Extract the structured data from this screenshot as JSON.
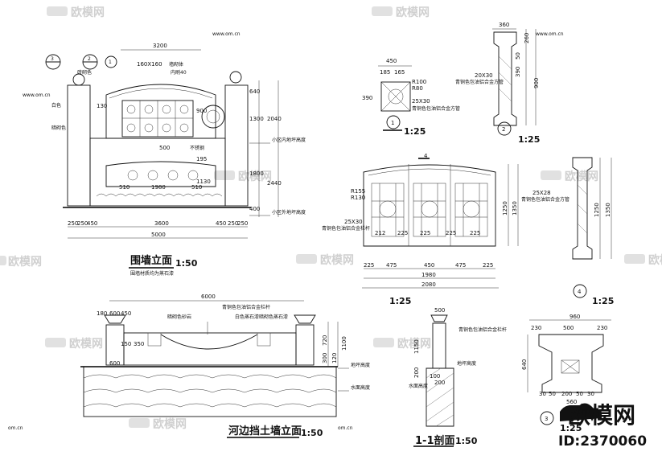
{
  "watermark": {
    "site": "欧模网",
    "url": "www.om.cn",
    "url_short": "om.cn"
  },
  "brand": {
    "name": "欧模网",
    "id": "ID:2370060"
  },
  "views": {
    "wall_elevation": {
      "title": "围墙立面",
      "scale": "1:50",
      "subtitle": "围墙材质均为蒸石漆",
      "dims_top": "3200",
      "dims_bottom": [
        "250",
        "250",
        "450",
        "3600",
        "450",
        "250",
        "250"
      ],
      "dim_total": "5000",
      "dims_right": [
        "640",
        "1300",
        "2040",
        "1800",
        "2440",
        "400"
      ],
      "dims_inner": [
        "160X160",
        "130",
        "900",
        "510",
        "1980",
        "510",
        "500",
        "1130",
        "195"
      ],
      "labels": [
        "墙砌体",
        "内刷40",
        "白色",
        "暗砌色",
        "砖砌色",
        "不锈钢",
        "小区内地坪高度",
        "小区外地坪高度"
      ],
      "callouts": [
        "3",
        "2",
        "1"
      ]
    },
    "detail_1": {
      "number": "1",
      "scale": "1:25",
      "dims": [
        "450",
        "185",
        "165",
        "390",
        "R100",
        "R80",
        "25X30"
      ],
      "labels": [
        "青铜色包油铝合金方管"
      ]
    },
    "detail_2": {
      "number": "2",
      "scale": "1:25",
      "dims": [
        "360",
        "260",
        "50",
        "390",
        "900",
        "20X30"
      ],
      "labels": [
        "青铜色包油铝合金方管"
      ]
    },
    "railing": {
      "number": "4",
      "scale": "1:25",
      "dims_bottom": [
        "225",
        "475",
        "450",
        "475",
        "225"
      ],
      "dim_mid": "1980",
      "dim_total": "2080",
      "dims_top": [
        "212",
        "225",
        "225",
        "225",
        "225"
      ],
      "dims_right": [
        "1250",
        "1350"
      ],
      "labels": [
        "R155",
        "R130",
        "25X30",
        "青铜色包油铝合金栏杆",
        "25X28",
        "青铜色包油铝合金方管"
      ],
      "section_mark": "4"
    },
    "river_wall": {
      "title": "河边挡土墙立面",
      "scale": "1:50",
      "dim_top": "6000",
      "dims_left": [
        "180",
        "600",
        "450",
        "150",
        "350",
        "600"
      ],
      "dims_right": [
        "1100",
        "720",
        "300",
        "120"
      ],
      "labels": [
        "青铜色包油铝合金栏杆",
        "白色蒸石漆",
        "暗砌色蒸石漆",
        "暗砌色砂岩",
        "地坪高度",
        "水面高度"
      ]
    },
    "section_11": {
      "title": "1-1剖面",
      "scale": "1:50",
      "dims": [
        "500",
        "1150",
        "200",
        "100",
        "200"
      ],
      "labels": [
        "青铜色包油铝合金栏杆",
        "地坪高度",
        "水面高度"
      ]
    },
    "detail_3": {
      "number": "3",
      "scale": "1:25",
      "dims_top": [
        "960",
        "230",
        "500",
        "230"
      ],
      "dims_bottom": [
        "30",
        "50",
        "200",
        "50",
        "30",
        "560"
      ],
      "dims_left": [
        "640"
      ]
    }
  }
}
